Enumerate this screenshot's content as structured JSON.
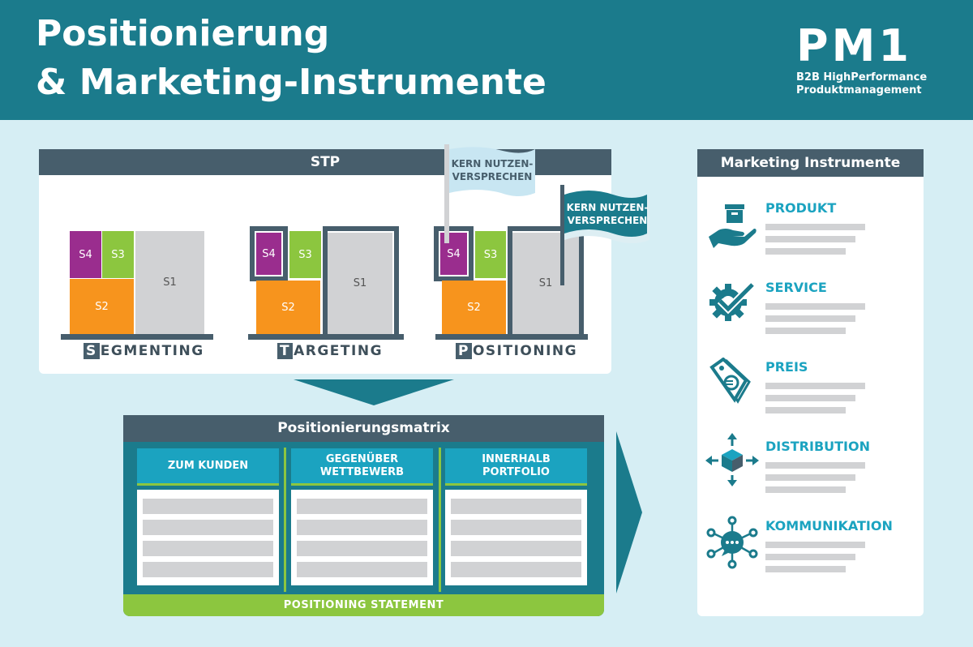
{
  "header": {
    "title_line1": "Positionierung",
    "title_line2": "& Marketing-Instrumente",
    "logo": {
      "mark": "PM1",
      "tagline1": "B2B HighPerformance",
      "tagline2": "Produktmanagement"
    }
  },
  "stp": {
    "title": "STP",
    "segments": {
      "s1": "S1",
      "s2": "S2",
      "s3": "S3",
      "s4": "S4"
    },
    "steps": [
      {
        "initial": "S",
        "rest": "EGMENTING"
      },
      {
        "initial": "T",
        "rest": "ARGETING"
      },
      {
        "initial": "P",
        "rest": "OSITIONING"
      }
    ],
    "flag1": {
      "line1": "KERN NUTZEN-",
      "line2": "VERSPRECHEN"
    },
    "flag2": {
      "line1": "KERN NUTZEN-",
      "line2": "VERSPRECHEN"
    }
  },
  "matrix": {
    "title": "Positionierungsmatrix",
    "columns": [
      {
        "line1": "ZUM KUNDEN",
        "line2": ""
      },
      {
        "line1": "GEGENÜBER",
        "line2": "WETTBEWERB"
      },
      {
        "line1": "INNERHALB",
        "line2": "PORTFOLIO"
      }
    ],
    "statement": "POSITIONING STATEMENT"
  },
  "instruments": {
    "title": "Marketing Instrumente",
    "items": [
      {
        "label": "PRODUKT",
        "icon": "box-hand-icon"
      },
      {
        "label": "SERVICE",
        "icon": "gear-check-icon"
      },
      {
        "label": "PREIS",
        "icon": "price-tag-euro-icon"
      },
      {
        "label": "DISTRIBUTION",
        "icon": "cube-arrows-icon"
      },
      {
        "label": "KOMMUNIKATION",
        "icon": "chat-network-icon"
      }
    ]
  },
  "colors": {
    "header": "#1b7b8c",
    "dark": "#475e6c",
    "accent": "#1ba3c0",
    "green": "#8cc63f",
    "orange": "#f7941d",
    "purple": "#9a2d8e",
    "grey": "#d1d2d4",
    "background": "#d6eef4"
  }
}
